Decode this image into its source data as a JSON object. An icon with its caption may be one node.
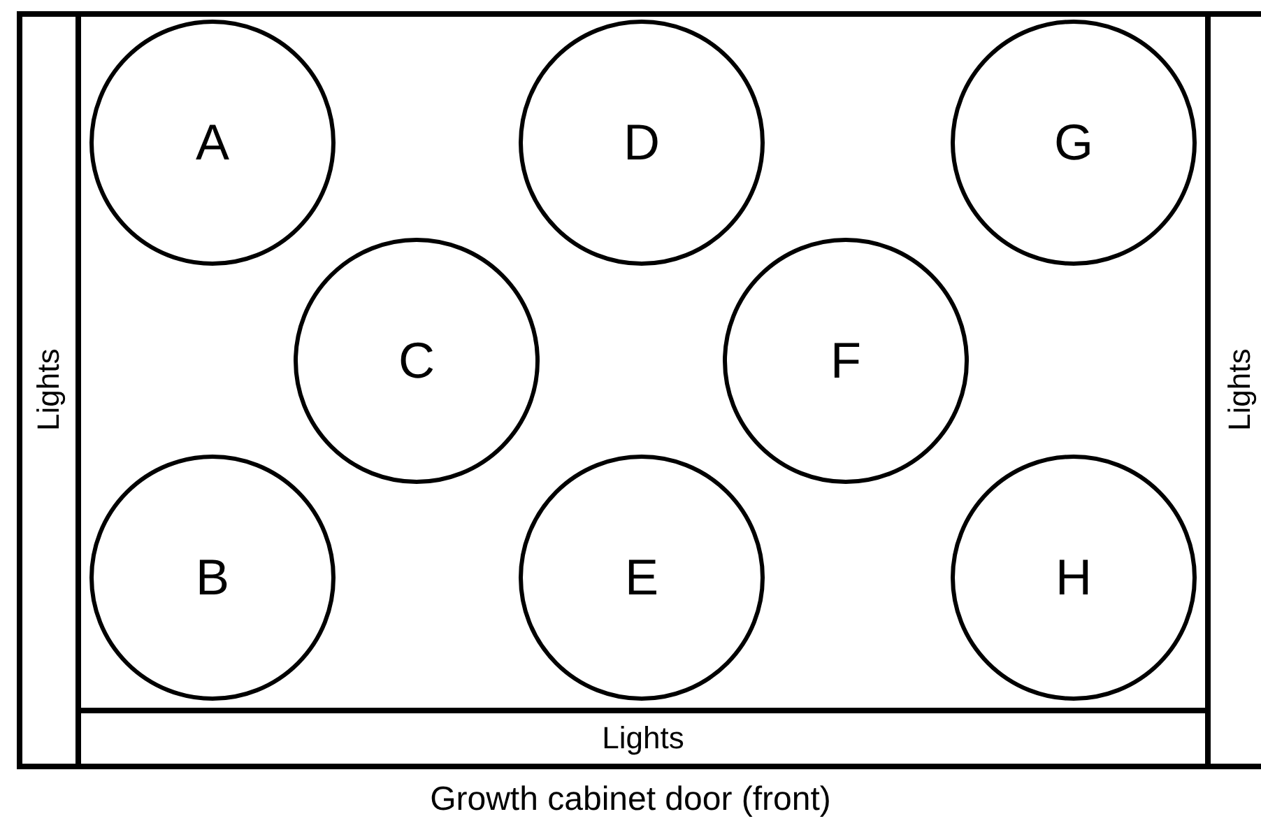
{
  "diagram": {
    "caption": "Growth cabinet door (front)",
    "nodes": [
      {
        "text": [
          "A"
        ]
      },
      {
        "text": [
          "D"
        ]
      },
      {
        "text": [
          "G"
        ]
      },
      {
        "text": [
          "C"
        ]
      },
      {
        "text": [
          "F"
        ]
      },
      {
        "text": [
          "B"
        ]
      },
      {
        "text": [
          "E"
        ]
      },
      {
        "text": [
          "H"
        ]
      },
      {
        "text": [
          "Lights"
        ]
      },
      {
        "text": [
          "Lights"
        ]
      },
      {
        "text": [
          "Lights"
        ]
      }
    ],
    "edges": []
  }
}
